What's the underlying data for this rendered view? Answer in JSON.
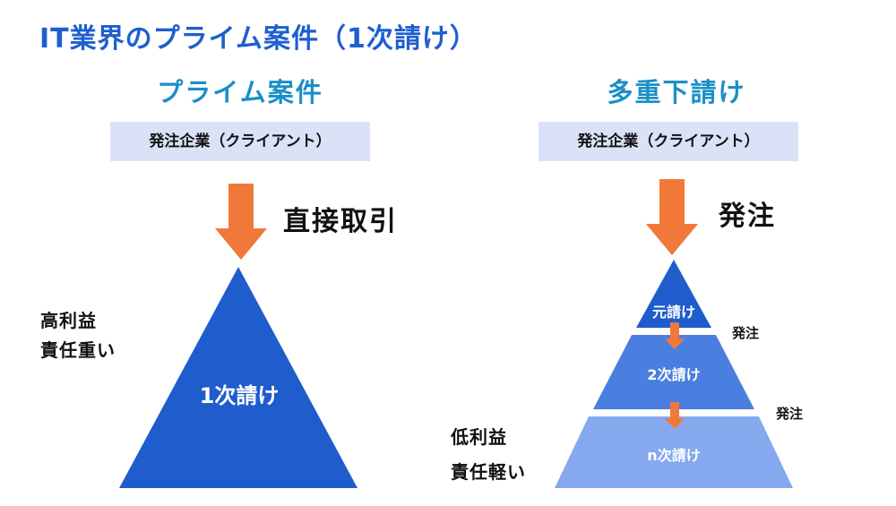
{
  "title": "IT業界のプライム案件（1次請け）",
  "left": {
    "heading": "プライム案件",
    "client": "発注企業（クライアント）",
    "arrow_label": "直接取引",
    "side_label_1": "高利益",
    "side_label_2": "責任重い",
    "tier_label": "1次請け"
  },
  "right": {
    "heading": "多重下請け",
    "client": "発注企業（クライアント）",
    "arrow_label": "発注",
    "tier_1": "元請け",
    "tier_2": "2次請け",
    "tier_3": "n次請け",
    "order_label_1": "発注",
    "order_label_2": "発注",
    "side_label_1": "低利益",
    "side_label_2": "責任軽い"
  },
  "colors": {
    "title": "#1e5fcf",
    "heading": "#1a8fc7",
    "client_box": "#d9e2f7",
    "arrow": "#f0793a",
    "tier_dark": "#1f5ccc",
    "tier_mid": "#4a7fe0",
    "tier_light": "#86a8ef"
  }
}
